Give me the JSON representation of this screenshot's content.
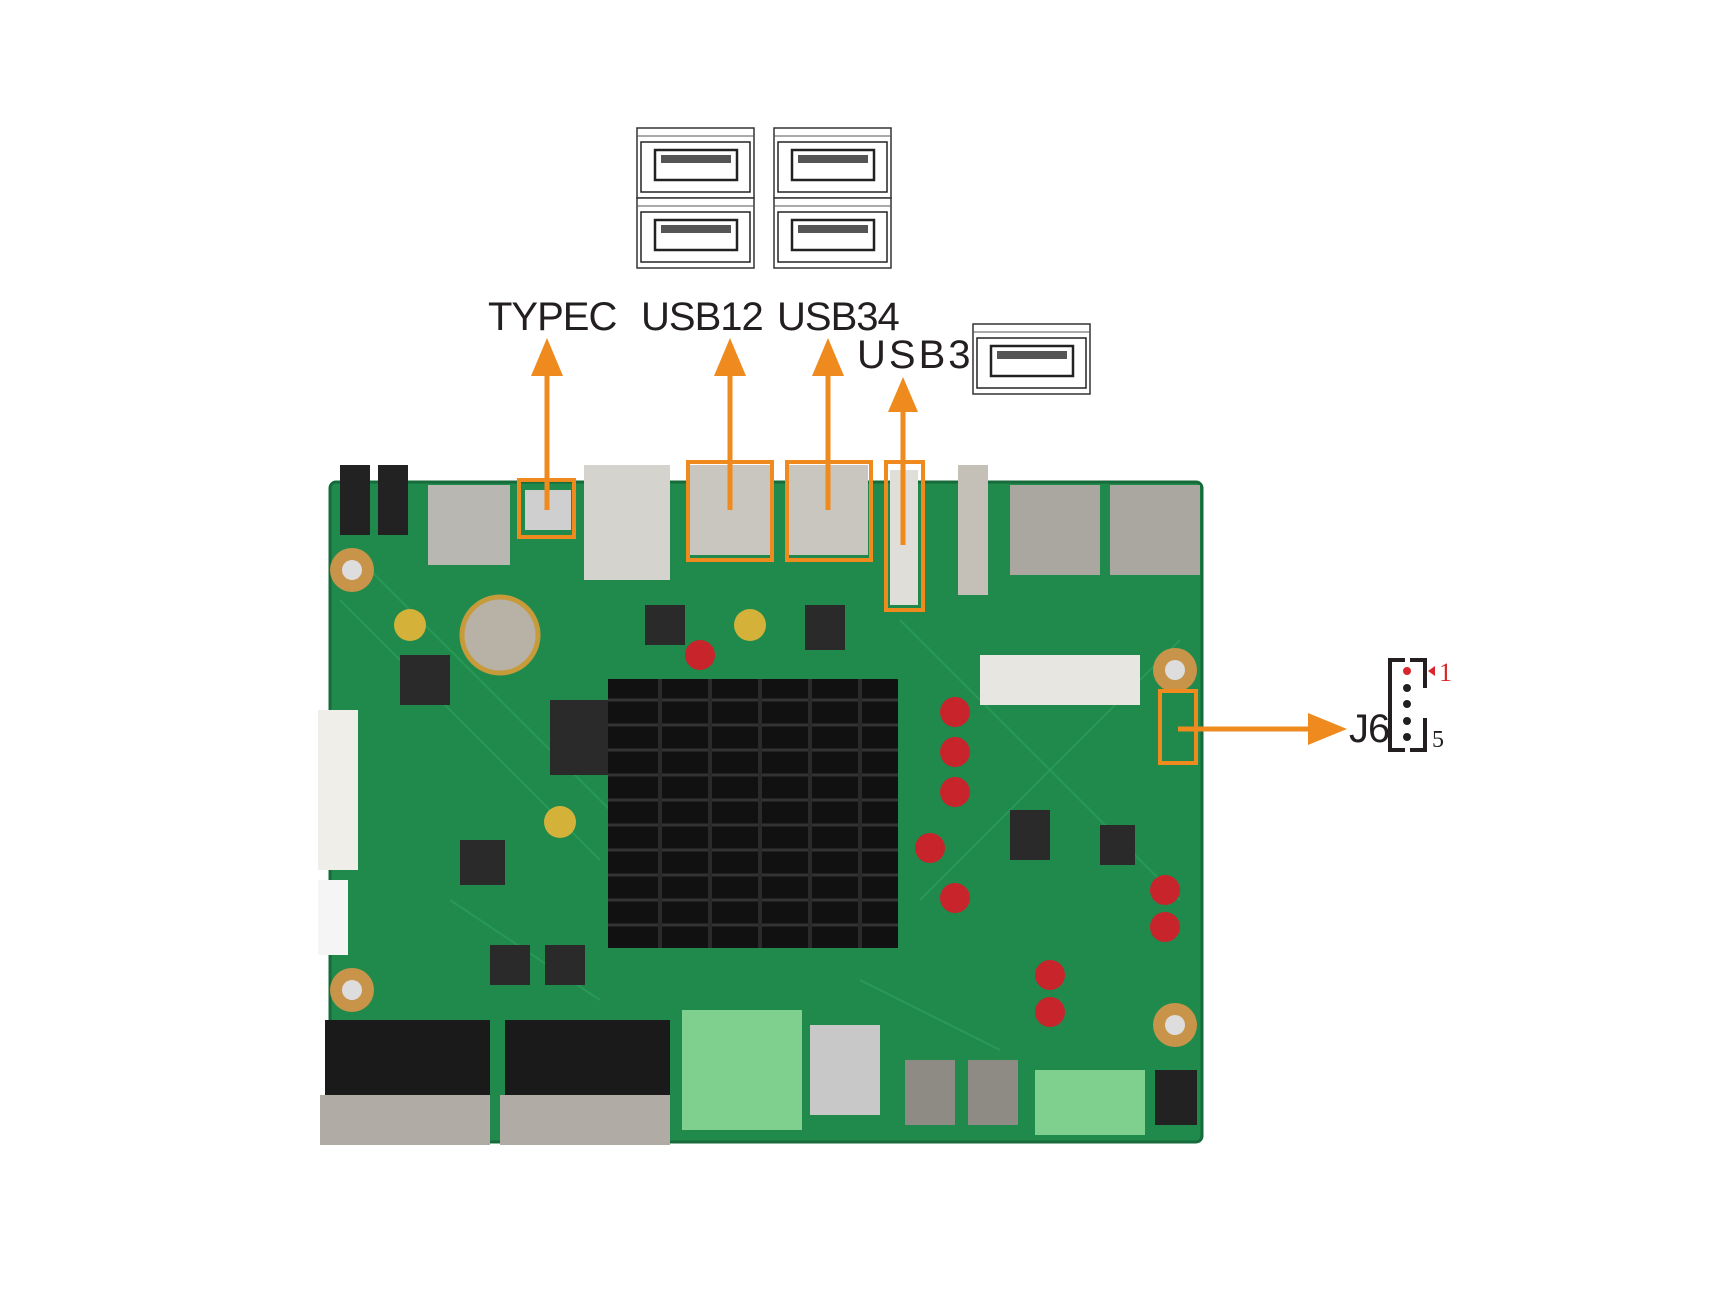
{
  "labels": {
    "typec": "TYPEC",
    "usb12": "USB12",
    "usb34": "USB34",
    "usb3": "USB3",
    "j6": "J6"
  },
  "j6_connector": {
    "pin_first": "1",
    "pin_last": "5",
    "pin_count": 5
  },
  "colors": {
    "accent": "#ee8a1e",
    "board": "#1f8a4c",
    "pin1": "#d9262c"
  }
}
